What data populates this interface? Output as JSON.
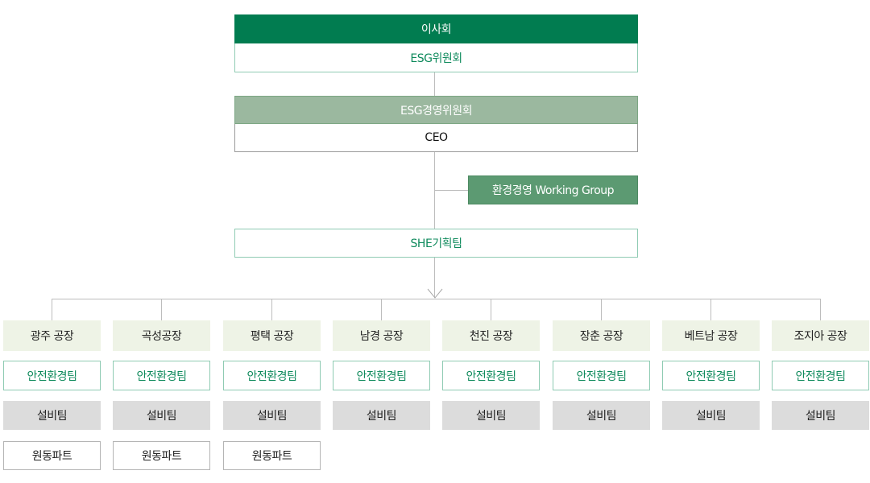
{
  "top": {
    "board": "이사회",
    "esg_committee": "ESG위원회",
    "esg_management_committee": "ESG경영위원회",
    "ceo": "CEO",
    "working_group": "환경경영 Working Group",
    "she_team": "SHE기획팀"
  },
  "colors": {
    "board_bg": "#017c50",
    "esg_mgmt_bg": "#9bb89f",
    "working_group_bg": "#5c9a72",
    "accent_text": "#0e8a5c",
    "factory_bg": "#eef3e6",
    "equipment_bg": "#dcdcdc"
  },
  "plants": [
    {
      "name": "광주 공장",
      "safety": "안전환경팀",
      "equipment": "설비팀",
      "part": "원동파트"
    },
    {
      "name": "곡성공장",
      "safety": "안전환경팀",
      "equipment": "설비팀",
      "part": "원동파트"
    },
    {
      "name": "평택 공장",
      "safety": "안전환경팀",
      "equipment": "설비팀",
      "part": "원동파트"
    },
    {
      "name": "남경 공장",
      "safety": "안전환경팀",
      "equipment": "설비팀"
    },
    {
      "name": "천진 공장",
      "safety": "안전환경팀",
      "equipment": "설비팀"
    },
    {
      "name": "장춘 공장",
      "safety": "안전환경팀",
      "equipment": "설비팀"
    },
    {
      "name": "베트남 공장",
      "safety": "안전환경팀",
      "equipment": "설비팀"
    },
    {
      "name": "조지아 공장",
      "safety": "안전환경팀",
      "equipment": "설비팀"
    }
  ]
}
